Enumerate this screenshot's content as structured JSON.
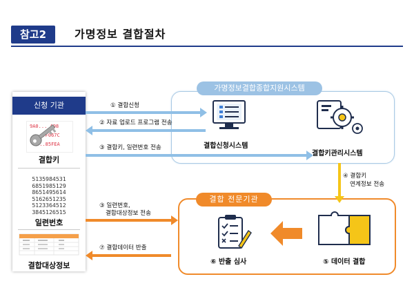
{
  "header": {
    "badge": "참고2",
    "title": "가명정보 결합절차"
  },
  "left_panel": {
    "title": "신청 기관",
    "key_label": "결합키",
    "key_card_text": [
      "9A0... A98",
      "...F067C",
      "...85FEA"
    ],
    "serial_numbers": [
      "5135984531",
      "6851985129",
      "8651495614",
      "5162651235",
      "5123364512",
      "3845126515"
    ],
    "serial_label": "일련번호",
    "data_label": "결합대상정보"
  },
  "system_box": {
    "title": "가명정보결합종합지원시스템",
    "apply_system": "결합신청시스템",
    "key_system": "결합키관리시스템"
  },
  "org_box": {
    "title": "결합 전문기관",
    "review": "⑥ 반출 심사",
    "combine": "⑤ 데이터 결합"
  },
  "arrows": {
    "step1": "① 결합신청",
    "step2": "② 자료 업로드 프로그램 전송",
    "step3a": "③ 결합키, 일련번호 전송",
    "step4_line1": "④ 결합키",
    "step4_line2": "연계정보 전송",
    "step3b_line1": "③ 일련번호,",
    "step3b_line2": "결합대상정보 전송",
    "step7": "⑦ 결합데이터 반출"
  },
  "colors": {
    "navy": "#1f3b8a",
    "light_blue": "#9cc2e4",
    "blue_arrow": "#8fbfe6",
    "orange": "#f08a2a",
    "yellow": "#f5c518"
  }
}
